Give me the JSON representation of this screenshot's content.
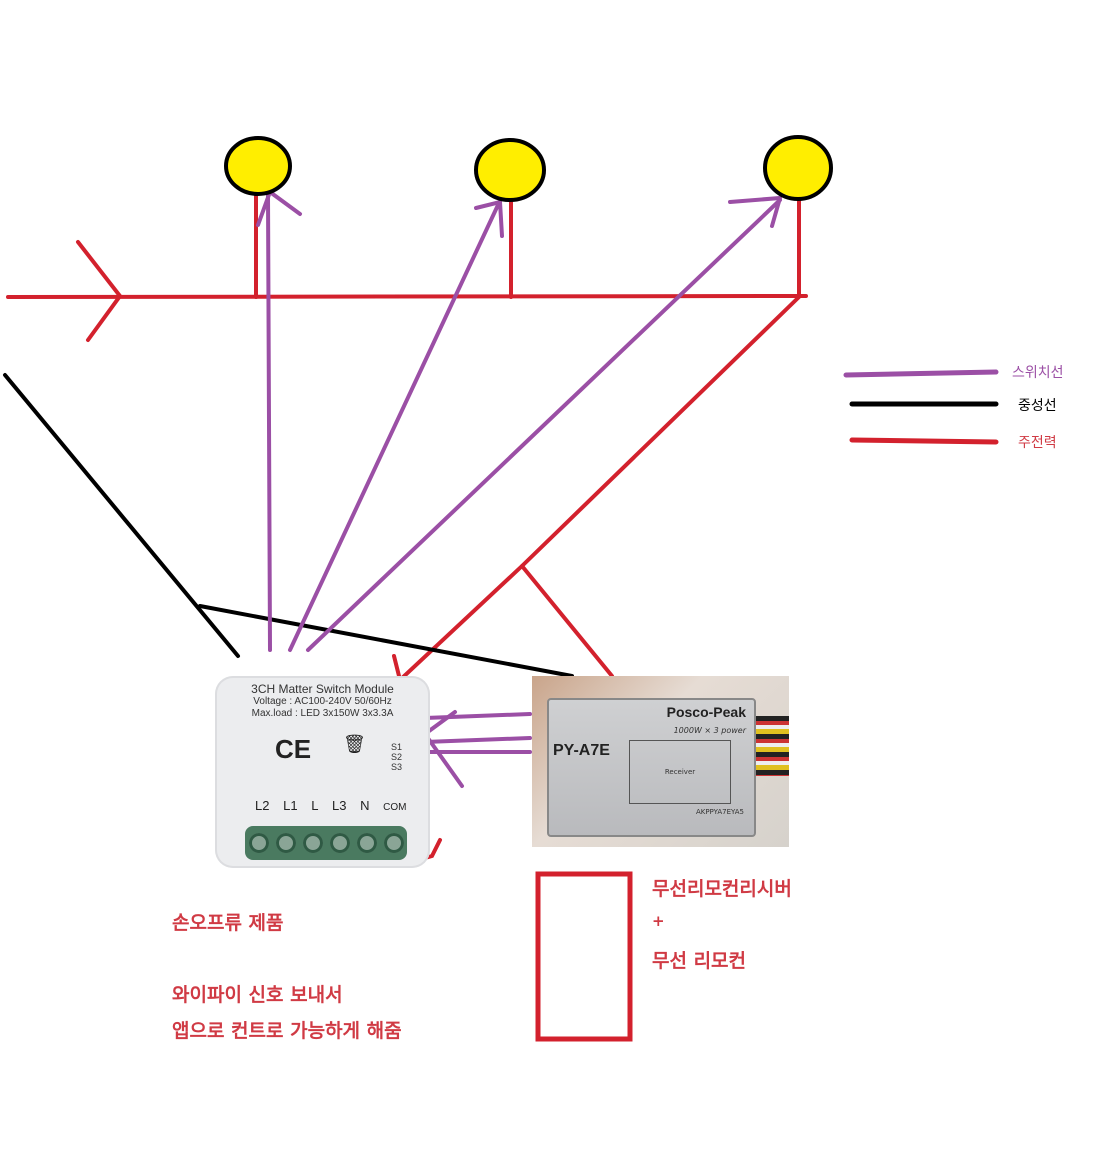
{
  "diagram": {
    "title": "3CH Matter switch + wireless remote receiver wiring",
    "colors": {
      "switch_wire": "#9b4fa5",
      "neutral_wire": "#000000",
      "main_power": "#d3212d",
      "lamp_fill": "#ffee00",
      "lamp_stroke": "#000000",
      "label_red": "#d03a44"
    },
    "lamps": [
      {
        "id": "lamp-1"
      },
      {
        "id": "lamp-2"
      },
      {
        "id": "lamp-3"
      }
    ],
    "legend": [
      {
        "label": "스위치선",
        "color_key": "switch_wire",
        "text_color": "#9b4fa5"
      },
      {
        "label": "중성선",
        "color_key": "neutral_wire",
        "text_color": "#000000"
      },
      {
        "label": "주전력",
        "color_key": "main_power",
        "text_color": "#d03a44"
      }
    ],
    "switch_module": {
      "title": "3CH Matter Switch Module",
      "voltage": "Voltage : AC100-240V 50/60Hz",
      "maxload": "Max.load : LED 3x150W  3x3.3A",
      "ce": "CE",
      "switch_labels": [
        "S1",
        "S2",
        "S3"
      ],
      "terminals": [
        "L2",
        "L1",
        "L",
        "L3",
        "N",
        "COM"
      ],
      "caption_lines": [
        "손오프류 제품",
        "와이파이 신호 보내서",
        "앱으로 컨트로 가능하게 해줌"
      ]
    },
    "receiver": {
      "brand": "Posco-Peak",
      "power": "1000W × 3 power",
      "model": "PY-A7E",
      "inner_label": "Receiver",
      "code": "AKPPYA7EYA5",
      "caption_lines": [
        "무선리모컨리시버",
        "+",
        "무선 리모컨"
      ]
    }
  }
}
